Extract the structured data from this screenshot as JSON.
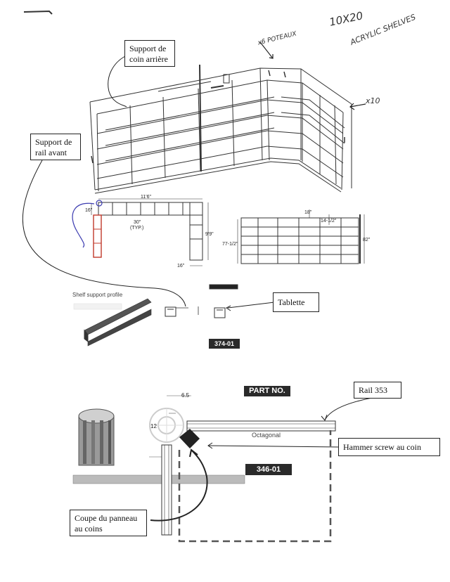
{
  "handwritten": {
    "size_note": "10X20",
    "material_note": "ACRYLIC SHELVES",
    "posts_count": "x6 POTEAUX",
    "count_right": "x10"
  },
  "callouts": {
    "rear_corner": [
      "Support de",
      "coin arrière"
    ],
    "front_rail": [
      "Support de",
      "rail avant"
    ],
    "shelf": "Tablette",
    "rail": "Rail 353",
    "hammer_screw": "Hammer screw au coin",
    "panel_cut": [
      "Coupe du panneau",
      "au coins"
    ]
  },
  "dimensions": {
    "plan_length": "11'6\"",
    "plan_left": "16\"",
    "plan_typ_value": "30\"",
    "plan_typ_note": "(TYP.)",
    "plan_depth": "9'9\"",
    "plan_bottom": "16\"",
    "elev_top": "18\"",
    "elev_shelf": "14-1/2\"",
    "elev_left_height": "77-1/2\"",
    "elev_right_height": "82\"",
    "post_diameter": "12",
    "post_offset": "6.5"
  },
  "labels": {
    "shelf_support_profile": "Shelf support profile",
    "part_374": "374-01",
    "part_no": "PART NO.",
    "octagonal": "Octagonal",
    "part_346": "346-01"
  }
}
